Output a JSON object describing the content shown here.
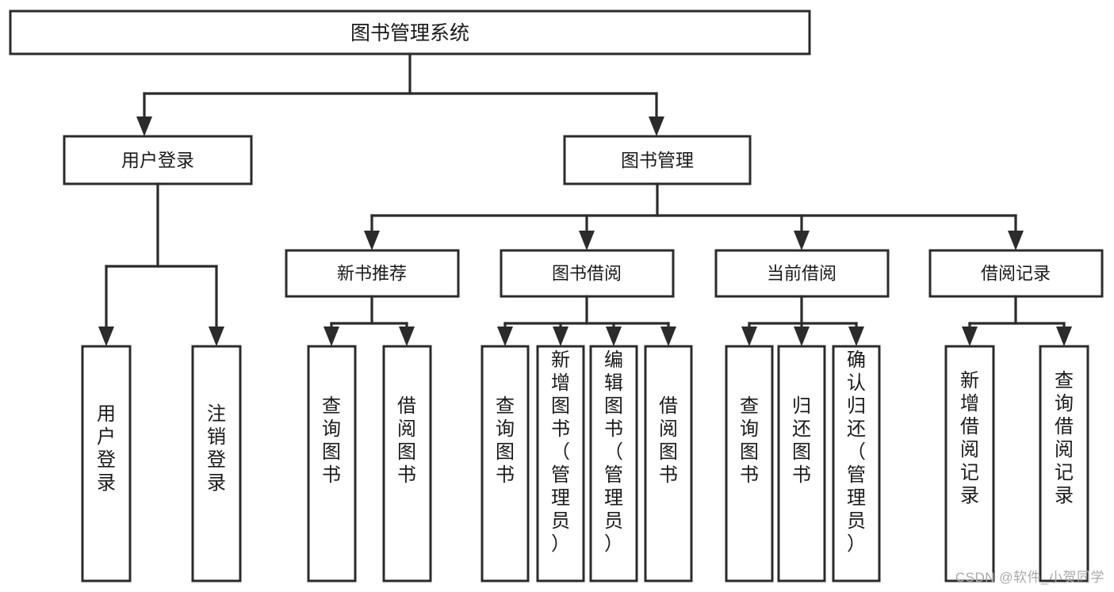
{
  "diagram": {
    "title": "图书管理系统",
    "type": "hierarchy-tree",
    "watermark": "CSDN @软件_小贺同学",
    "colors": {
      "box_stroke": "#2b2b2b",
      "box_fill": "#ffffff",
      "text": "#1a1a1a",
      "watermark": "#a9a9a9",
      "background": "#ffffff"
    },
    "levels": {
      "root": "图书管理系统",
      "level2": [
        "用户登录",
        "图书管理"
      ],
      "level3": [
        "新书推荐",
        "图书借阅",
        "当前借阅",
        "借阅记录"
      ]
    },
    "nodes": {
      "root": {
        "label": "图书管理系统"
      },
      "user_login": {
        "label": "用户登录"
      },
      "book_manage": {
        "label": "图书管理"
      },
      "new_book_rec": {
        "label": "新书推荐"
      },
      "book_borrow": {
        "label": "图书借阅"
      },
      "current_borrow": {
        "label": "当前借阅"
      },
      "borrow_record": {
        "label": "借阅记录"
      }
    },
    "leaves": {
      "user_login": [
        "用户登录",
        "注销登录"
      ],
      "new_book_rec": [
        "查询图书",
        "借阅图书"
      ],
      "book_borrow": [
        "查询图书",
        "新增图书（管理员）",
        "编辑图书（管理员）",
        "借阅图书"
      ],
      "current_borrow": [
        "查询图书",
        "归还图书",
        "确认归还（管理员）"
      ],
      "borrow_record": [
        "新增借阅记录",
        "查询借阅记录"
      ]
    }
  }
}
